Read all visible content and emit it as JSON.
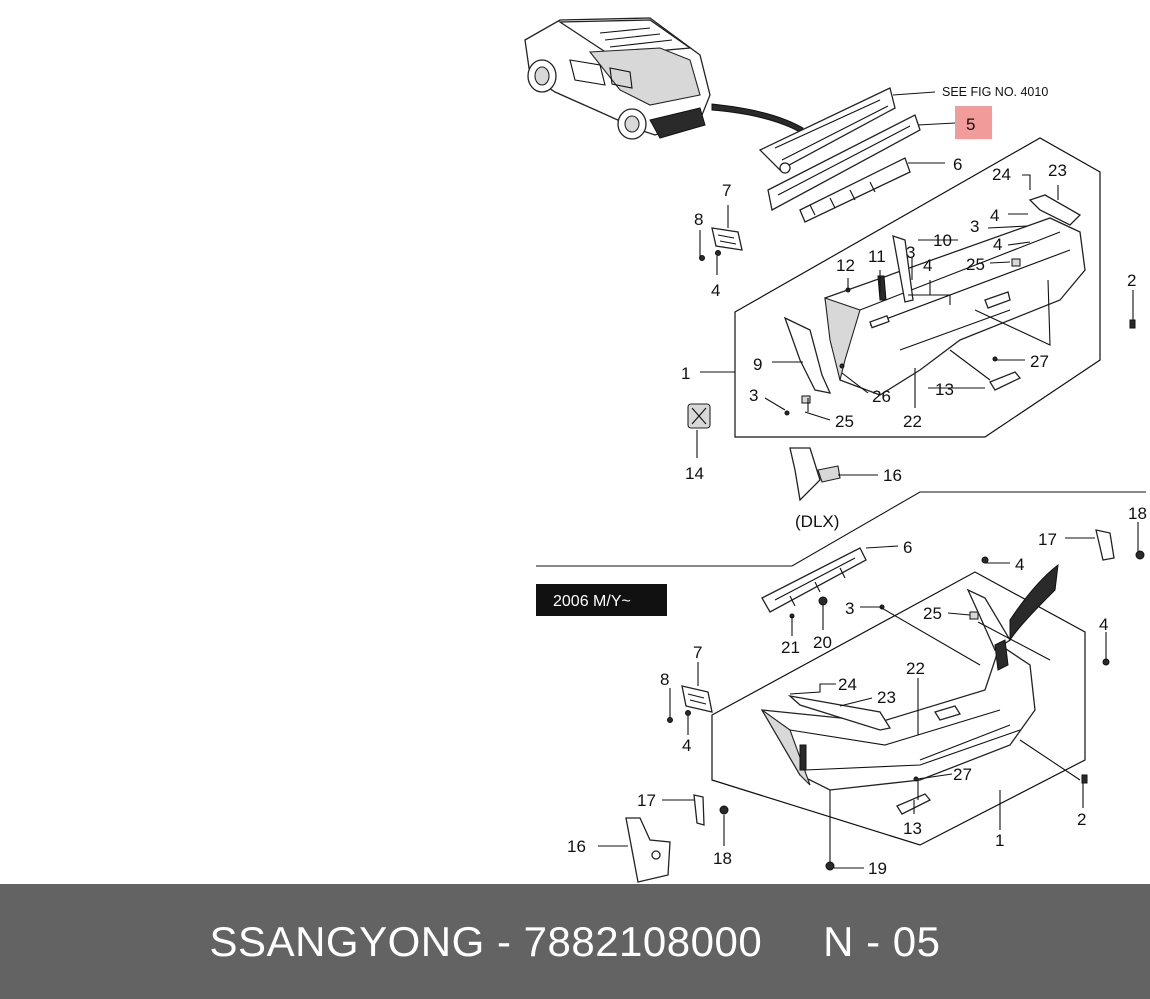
{
  "diagram": {
    "see_fig_note": "SEE FIG NO. 4010",
    "highlight_number": "5",
    "variant_dlx": "(DLX)",
    "variant_2006": "2006 M/Y~",
    "callouts_top": [
      "6",
      "24",
      "23",
      "7",
      "8",
      "4",
      "3",
      "4",
      "4",
      "10",
      "3",
      "11",
      "12",
      "4",
      "25",
      "2",
      "1",
      "9",
      "27",
      "3",
      "26",
      "13",
      "25",
      "22",
      "14",
      "16"
    ],
    "callouts_bottom": [
      "18",
      "17",
      "6",
      "4",
      "3",
      "25",
      "4",
      "21",
      "20",
      "7",
      "8",
      "24",
      "23",
      "22",
      "4",
      "17",
      "27",
      "2",
      "18",
      "13",
      "1",
      "16",
      "19"
    ]
  },
  "footer": {
    "brand": "SSANGYONG",
    "separator": "-",
    "part_number": "7882108000",
    "page_code": "N - 05"
  },
  "colors": {
    "footer_bg": "#636363",
    "highlight_fill": "#f29b9b",
    "variant_box_bg": "#111111"
  }
}
